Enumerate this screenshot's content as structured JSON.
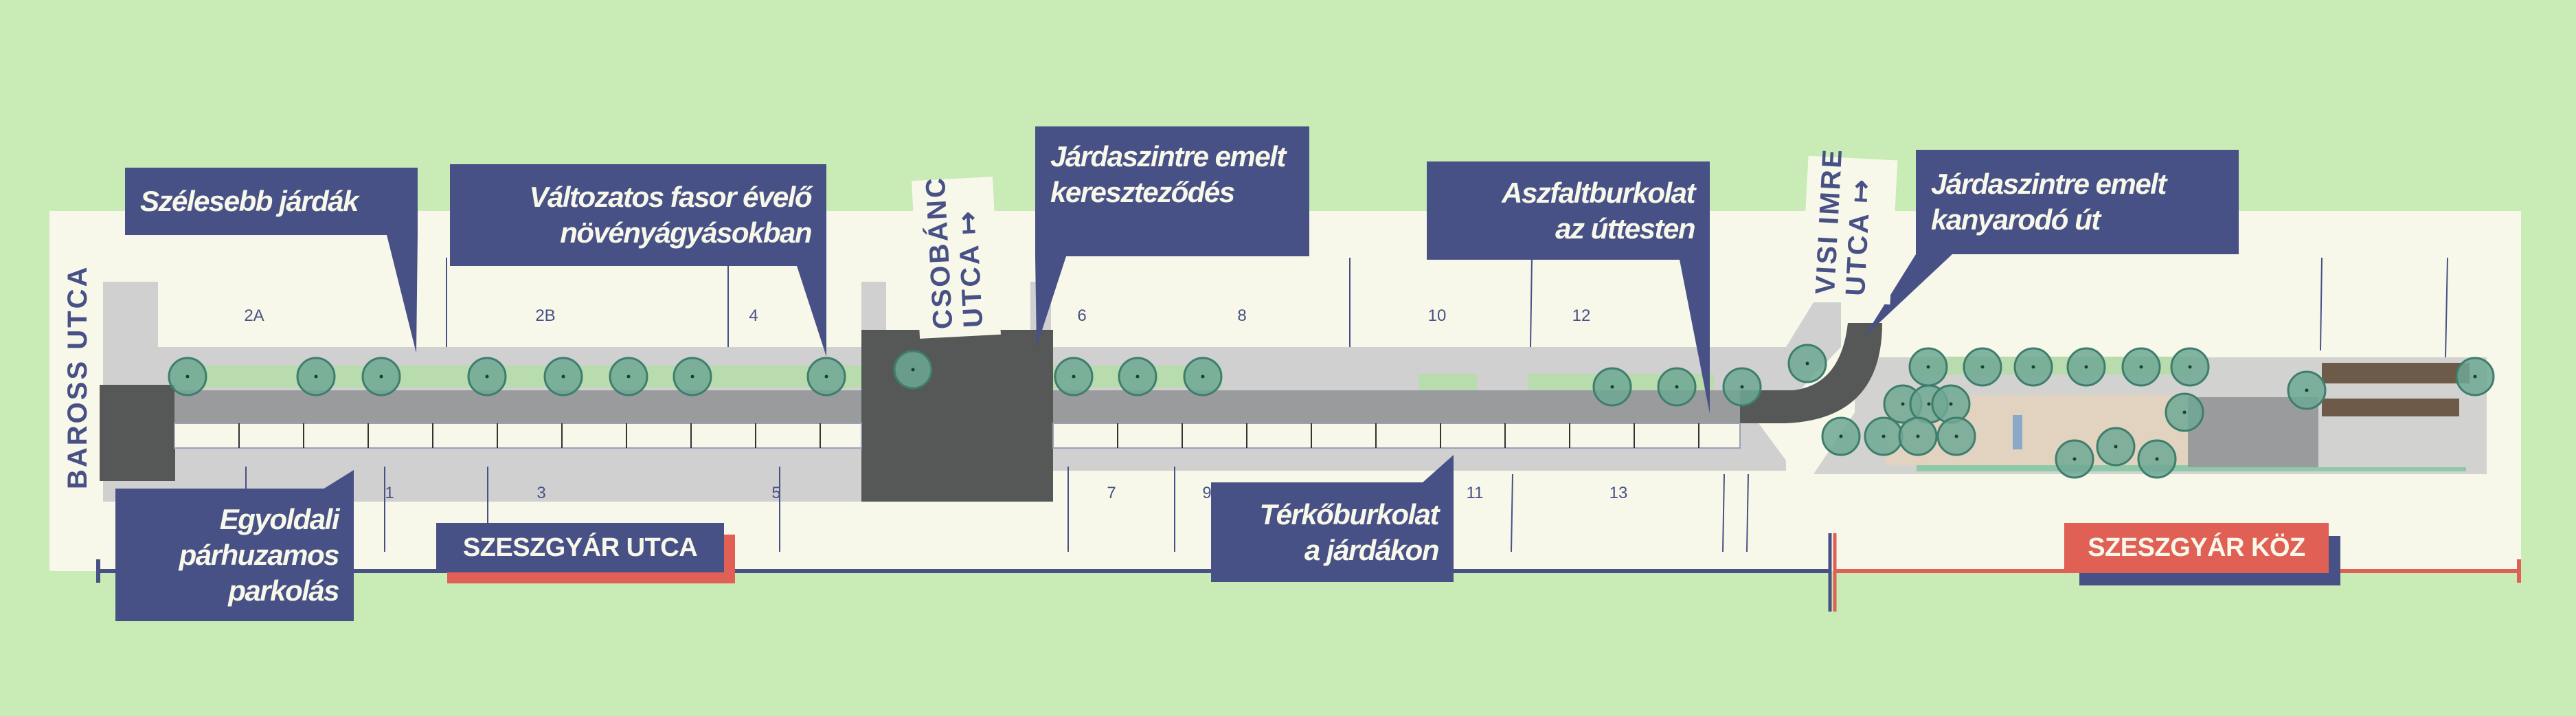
{
  "callouts": {
    "wider_sidewalks": [
      "Szélesebb járdák"
    ],
    "tree_row": [
      "Változatos fasor évelő",
      "növényágyásokban"
    ],
    "raised_intersection": [
      "Járdaszintre emelt",
      "kereszteződés"
    ],
    "asphalt": [
      "Aszfaltburkolat",
      "az úttesten"
    ],
    "raised_turn": [
      "Járdaszintre emelt",
      "kanyarodó út"
    ],
    "parking": [
      "Egyoldali",
      "párhuzamos",
      "parkolás"
    ],
    "paving": [
      "Térkőburkolat",
      "a járdákon"
    ]
  },
  "streets": {
    "baross": "BAROSS UTCA",
    "csobanc_line1": "CSOBÁNC",
    "csobanc_line2": "UTCA ↦",
    "visi_line1": "VISI IMRE",
    "visi_line2": "UTCA ↦"
  },
  "sections": {
    "utca": "SZESZGYÁR UTCA",
    "koz": "SZESZGYÁR KÖZ"
  },
  "lots": {
    "top": [
      "2A",
      "2B",
      "4",
      "6",
      "8",
      "10",
      "12"
    ],
    "bottom": [
      "1",
      "3",
      "5",
      "7",
      "9",
      "11",
      "13"
    ]
  },
  "colors": {
    "background": "#c9ebb5",
    "navy": "#485186",
    "red": "#e06055",
    "cream": "#f8f8ea"
  }
}
